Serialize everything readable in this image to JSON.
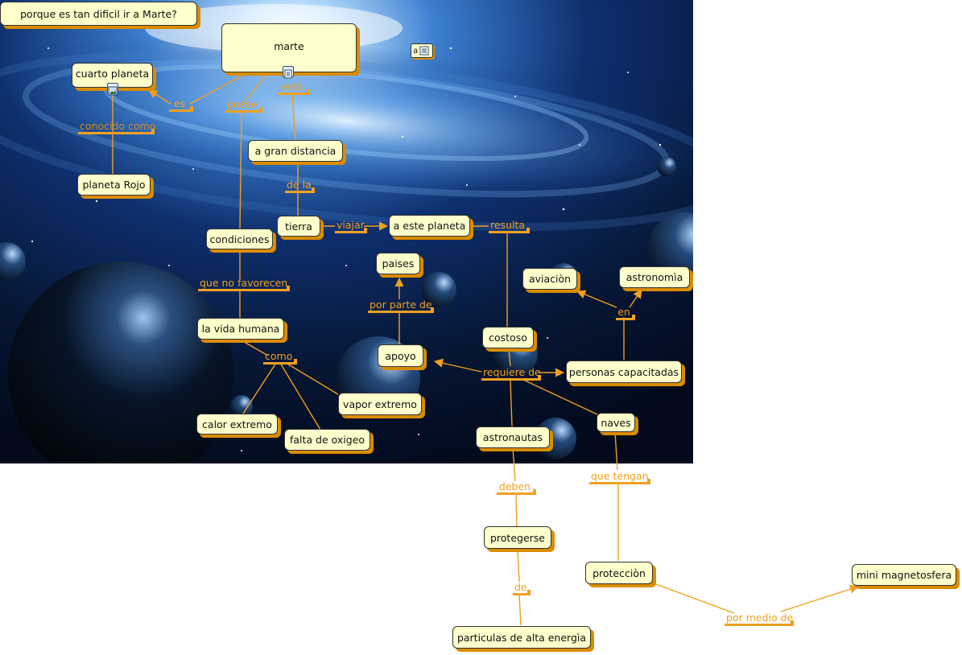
{
  "title": "porque es tan dificil ir a Marte?",
  "nodes": {
    "marte": "marte",
    "cuarto_planeta": "cuarto planeta",
    "planeta_rojo": "planeta Rojo",
    "gran_distancia": "a gran distancia",
    "condiciones": "condiciones",
    "tierra": "tierra",
    "este_planeta": "a este planeta",
    "paises": "paises",
    "aviacion": "aviaciòn",
    "astronomia": "astronomìa",
    "vida_humana": "la vida humana",
    "costoso": "costoso",
    "apoyo": "apoyo",
    "personas": "personas capacitadas",
    "vapor": "vapor extremo",
    "calor": "calor extremo",
    "oxigeo": "falta de oxigeo",
    "naves": "naves",
    "astronautas": "astronautas",
    "protegerse": "protegerse",
    "proteccion": "protecciòn",
    "magnetosfera": "mini magnetosfera",
    "particulas": "particulas de alta energìa"
  },
  "links": {
    "es": "es",
    "conocido_como": "conocido como",
    "posee": "posee",
    "esta": "està",
    "de_la": "de la",
    "viajar": "viajar",
    "resulta": "resulta",
    "que_no_favorecen": "que no favorecen",
    "por_parte_de": "por parte de",
    "en": "en",
    "como": "como",
    "requiere_de": "requiere de",
    "deben": "deben",
    "que_tengan": "que tengan",
    "de": "de",
    "por_medio_de": "por medio de"
  },
  "colors": {
    "node_fill": "#ffffcc",
    "node_shadow": "#d98c00",
    "link_color": "#f0a020",
    "space_dark": "#020a1c"
  },
  "icons": [
    "image-icon",
    "document-icon",
    "text-note-icon"
  ]
}
